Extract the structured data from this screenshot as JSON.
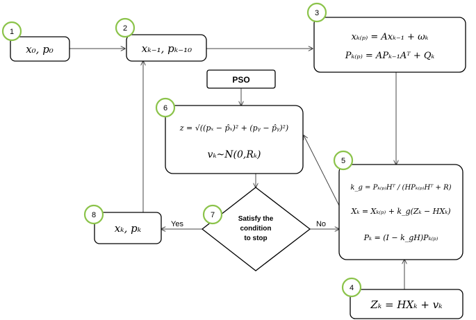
{
  "nodes": {
    "n1": {
      "badge": "1",
      "formula": "x₀, p₀"
    },
    "n2": {
      "badge": "2",
      "formula": "xₖ₋₁, pₖ₋₁₀"
    },
    "n3": {
      "badge": "3",
      "line1": "xₖ₍ₚ₎ = Axₖ₋₁ + ωₖ",
      "line2": "Pₖ₍ₚ₎ = APₖ₋₁Aᵀ + Qₖ"
    },
    "pso": {
      "label": "PSO"
    },
    "n6": {
      "badge": "6",
      "line1": "z = √((pₓ − p̂ₓ)² + (pᵧ − p̂ᵧ)²)",
      "line2": "vₖ~N(0,Rₖ)"
    },
    "n5": {
      "badge": "5",
      "line1": "k_g = Pₖ₍ₚ₎Hᵀ / (HPₖ₍ₚ₎Hᵀ + R)",
      "line2": "Xₖ = Xₖ₍ₚ₎ + k_g(Zₖ − HXₖ)",
      "line3": "Pₖ = (I − k_gH)Pₖ₍ₚ₎"
    },
    "n7": {
      "badge": "7",
      "line1": "Satisfy the",
      "line2": "condition",
      "line3": "to stop"
    },
    "n8": {
      "badge": "8",
      "formula": "xₖ, pₖ"
    },
    "n4": {
      "badge": "4",
      "formula": "Zₖ = HXₖ + vₖ"
    }
  },
  "edges": {
    "yes_label": "Yes",
    "no_label": "No"
  },
  "colors": {
    "badge_border": "#8bc34a",
    "stroke": "#000000",
    "arrow": "#444444"
  }
}
